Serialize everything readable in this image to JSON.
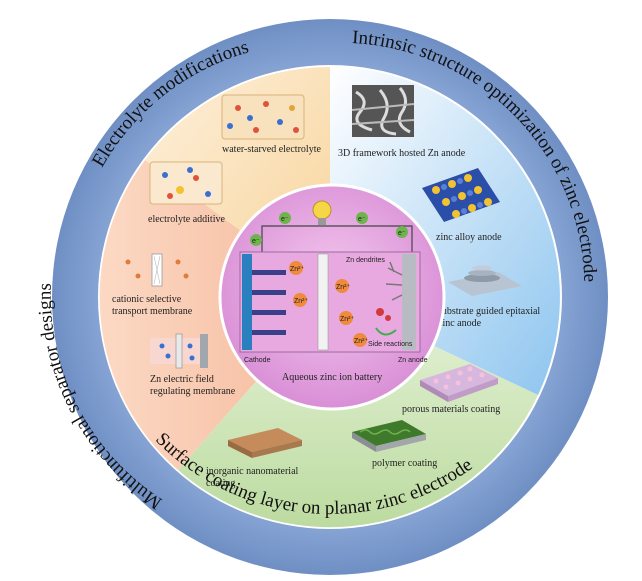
{
  "ring": {
    "top_left": "Electrolyte modifications",
    "top_right": "Intrinsic structure optimization of zinc electrode",
    "left": "Multifunctional separator designs",
    "bottom": "Surface coating layer on planar zinc electrode"
  },
  "electrolyte": {
    "water_starved": "water-starved electrolyte",
    "additive": "electrolyte additive"
  },
  "intrinsic": {
    "framework": "3D framework hosted Zn anode",
    "alloy": "zinc alloy anode",
    "epitaxial_line1": "substrate guided epitaxial",
    "epitaxial_line2": "zinc anode"
  },
  "separator": {
    "cationic_line1": "cationic selective",
    "cationic_line2": "transport membrane",
    "field_line1": "Zn electric field",
    "field_line2": "regulating membrane"
  },
  "coating": {
    "porous": "porous materials coating",
    "inorganic_line1": "inorganic nanomaterial",
    "inorganic_line2": "coating",
    "polymer": "polymer coating"
  },
  "battery": {
    "title": "Aqueous zinc ion battery",
    "cathode": "Cathode",
    "anode": "Zn anode",
    "dendrites": "Zn dendrites",
    "side_reactions": "Side reactions",
    "zn_ion": "Zn²⁺",
    "electron": "e⁻"
  }
}
